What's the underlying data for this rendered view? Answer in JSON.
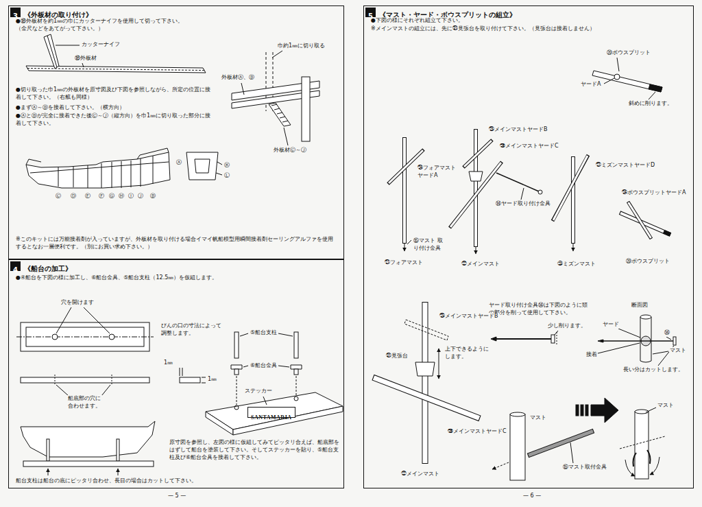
{
  "diagram": {
    "nodes": [
      {
        "text": [
          "《外板材の取り付け》"
        ]
      },
      {
        "text": [
          "3"
        ],
        "in": 0
      },
      {
        "text": [
          "《船台の加工》"
        ]
      },
      {
        "text": [
          "4"
        ],
        "in": 2
      },
      {
        "text": [
          "SANTAMARIA"
        ],
        "in": 2
      },
      {
        "text": [
          "《マスト・ヤード・ボウスプリットの組立》"
        ]
      },
      {
        "text": [
          "5"
        ],
        "in": 5
      }
    ],
    "labels": [
      "●⑱外板材を約1㎜の巾にカッターナイフを使用して切って下さい。 （金尺などをあてがって下さい。）",
      "カッターナイフ",
      "⑱外板材",
      "巾約1㎜に切り取る",
      "外板材Ⓐ、Ⓑ",
      "●切り取った巾1㎜の外板材を原寸図及び下図を参照しながら、所定の位置に接着して下さい。（右舷も同様）",
      "●まずⒶ～Ⓑを接着して下さい。（横方向）",
      "●ⒶとⒷが完全に接着できた後Ⓒ～Ⓙ（縦方向）を巾1㎜に切り取った部分に接着して下さい。",
      "外板材Ⓒ～Ⓙ",
      "Ⓒ",
      "Ⓓ",
      "Ⓔ",
      "Ⓕ",
      "Ⓖ",
      "Ⓗ",
      "Ⓘ",
      "Ⓙ",
      "Ⓑ",
      "Ⓐ",
      "Ⓚ",
      "Ⓛ",
      "※このキットには万能接着剤が入っていますが、外板材を取り付ける場合イマイ帆船模型用瞬間接着剤セーリングアルファを使用するとなお一層便利です。（別にお買い求め下さい。）",
      "●④船台を下図の様に加工し、⑥船台金具、⑤船台支柱（12.5㎜）を仮組します。",
      "穴を開けます",
      "びんの口の寸法によって調整します。",
      "1㎜",
      "1㎜",
      "船底部の穴に合わせます。",
      "⑤船台支柱",
      "⑥船台金具",
      "ステッカー",
      "原寸図を参照し、左図の様に仮組してみてピッタリ合えば、船底部をはずして船台を塗装して下さい。そしてステッカーを貼り、⑤船台支柱及び⑥船台金具を接着して下さい。",
      "船台支柱は船台の底にピッタリ合わせ、長目の場合はカットして下さい。",
      "— 5 —",
      "●下図の様にそれぞれ組立て下さい。",
      "※メインマストの組立には、先に㉛見張台を取り付けて下さい。（見張台は接着しません）",
      "⑳ボウスプリット",
      "ヤードA",
      "斜めに削ります。",
      "㉕メインマストヤードB",
      "㉖メインマストヤードC",
      "㉗ミズンマストヤードD",
      "㉔フォアマスト ヤードA",
      "㉔ボウスプリットヤードA",
      "⑭ヤード取り付け金具",
      "⑮マスト 取り付け金具",
      "㉑フォアマスト",
      "㉒メインマスト",
      "㉓ミズンマスト",
      "⑳ボウスプリット",
      "ヤード取り付け金具⑭は下図のように頭の部分を削って使用して下さい。",
      "断面図",
      "少し削ります。",
      "ヤード",
      "⑭",
      "接着",
      "マスト",
      "長い分はカットします。",
      "㉕メインマストヤードB",
      "㉛見張台",
      "上下できるようにします。",
      "㉖メインマストヤードC",
      "㉒メインマスト",
      "マスト",
      "マスト",
      "⑮マスト取付金具",
      "— 6 —"
    ]
  }
}
